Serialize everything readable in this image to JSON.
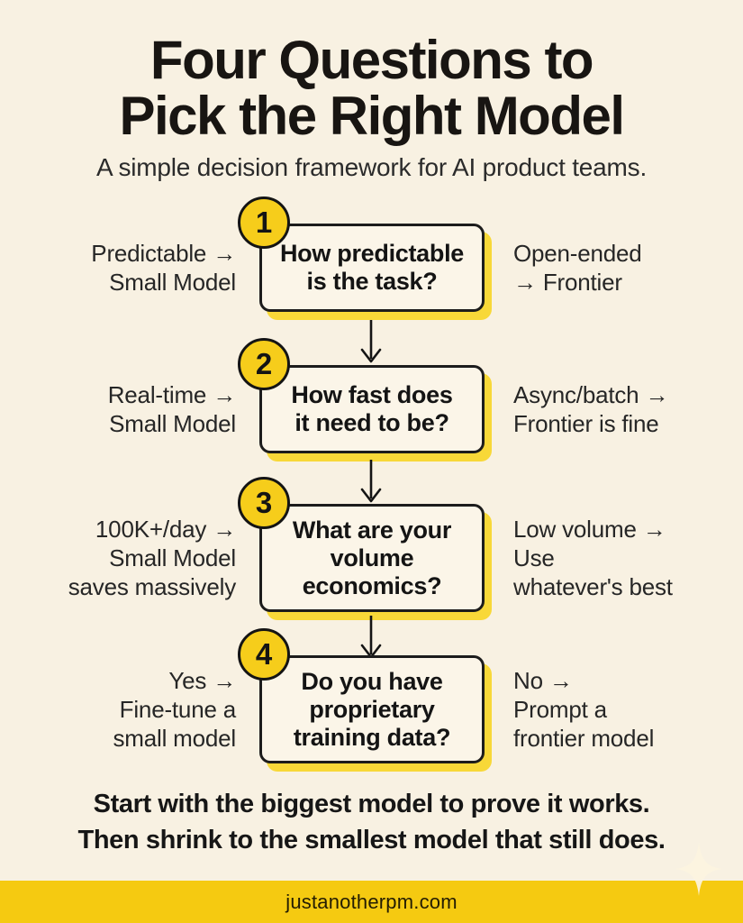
{
  "header": {
    "title_line1": "Four Questions to",
    "title_line2": "Pick the Right Model",
    "subtitle": "A simple decision framework for AI product teams."
  },
  "steps": [
    {
      "number": "1",
      "question": [
        "How predictable",
        "is the task?"
      ],
      "left": [
        "Predictable →",
        "Small Model"
      ],
      "right": [
        "Open-ended",
        "→ Frontier"
      ]
    },
    {
      "number": "2",
      "question": [
        "How fast does",
        "it need to be?"
      ],
      "left": [
        "Real-time →",
        "Small Model"
      ],
      "right": [
        "Async/batch →",
        "Frontier is fine"
      ]
    },
    {
      "number": "3",
      "question": [
        "What are your",
        "volume",
        "economics?"
      ],
      "left": [
        "100K+/day →",
        "Small Model",
        "saves massively"
      ],
      "right": [
        "Low volume →",
        "Use",
        "whatever's best"
      ]
    },
    {
      "number": "4",
      "question": [
        "Do you have",
        "proprietary",
        "training data?"
      ],
      "left": [
        "Yes →",
        "Fine-tune a",
        "small model"
      ],
      "right": [
        "No →",
        "Prompt a",
        "frontier model"
      ]
    }
  ],
  "outro": {
    "line1": "Start with the biggest model to prove it works.",
    "line2": "Then shrink to the smallest model that still does."
  },
  "footer": {
    "url": "justanotherpm.com"
  },
  "colors": {
    "background": "#f8f1e2",
    "box_fill": "#fbf5e8",
    "accent_yellow": "#f6cd1b",
    "shadow_yellow": "#f8d838",
    "footer_yellow": "#f5ca11",
    "ink": "#191919"
  },
  "icons": {
    "down_arrow": "↓",
    "sparkle": "✦"
  }
}
